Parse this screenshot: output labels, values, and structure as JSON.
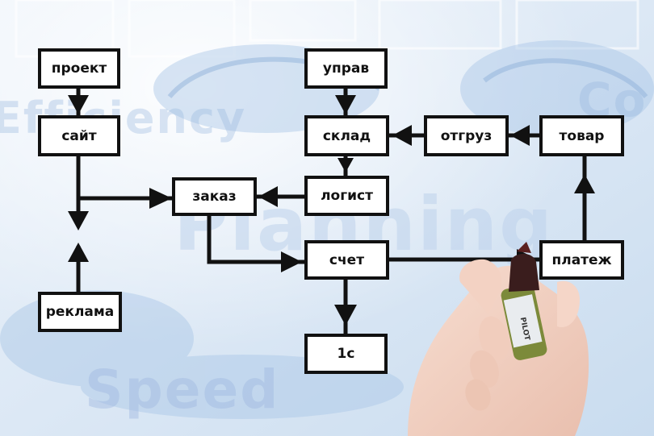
{
  "background": {
    "words": [
      "Efficiency",
      "Planning",
      "Speed",
      "Co"
    ],
    "colors": {
      "sky": "#dfeaf6",
      "blue": "#a9c6e6",
      "ink": "#111111"
    }
  },
  "nodes": {
    "proekt": "проект",
    "sait": "сайт",
    "reklama": "реклама",
    "zakaz": "заказ",
    "uprav": "управ",
    "sklad": "склад",
    "otgruz": "отгруз",
    "tovar": "товар",
    "logist": "логист",
    "schet": "счет",
    "platezh": "платеж",
    "odin_c": "1с"
  },
  "hand": {
    "marker_brand": "PILOT"
  }
}
